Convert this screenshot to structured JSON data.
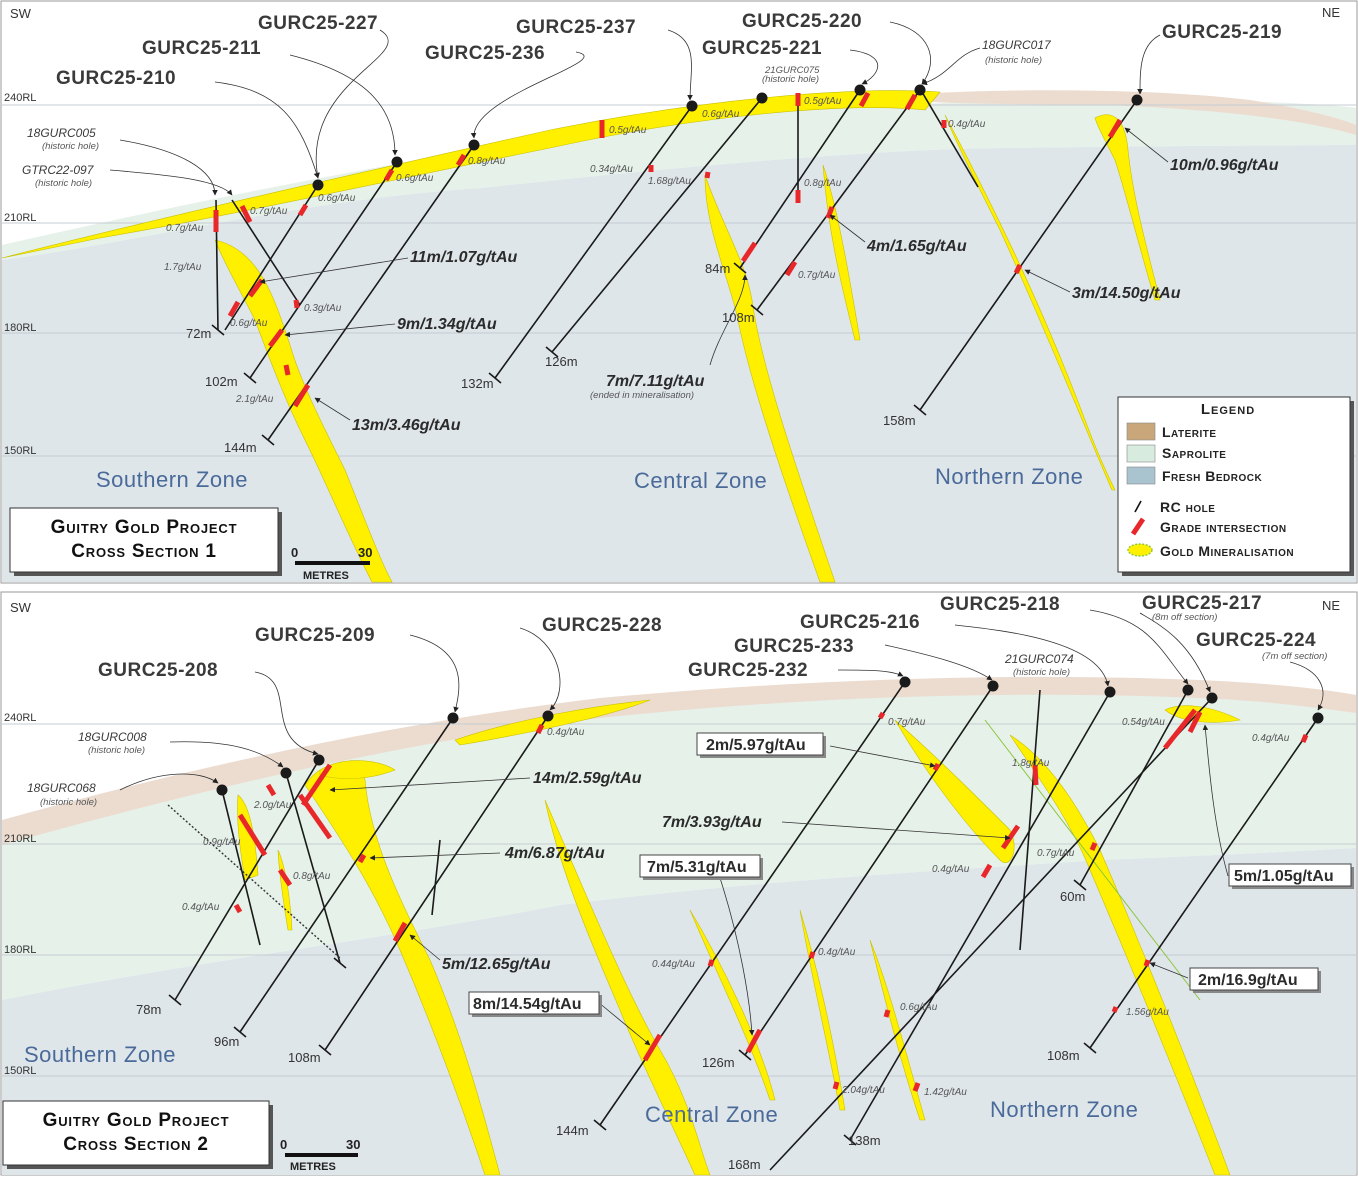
{
  "sections": [
    {
      "id": "s1",
      "title_line1": "Guitry Gold Project",
      "title_line2": "Cross Section 1",
      "dir_left": "SW",
      "dir_right": "NE",
      "rl_labels": [
        "240RL",
        "210RL",
        "180RL",
        "150RL"
      ],
      "zones": [
        "Southern Zone",
        "Central Zone",
        "Northern Zone"
      ],
      "scale_zero": "0",
      "scale_max": "30",
      "scale_unit": "METRES",
      "holes": [
        "GURC25-227",
        "GURC25-237",
        "GURC25-220",
        "GURC25-211",
        "GURC25-221",
        "GURC25-236",
        "GURC25-219",
        "GURC25-210"
      ],
      "historic_holes": [
        {
          "name": "18GURC017",
          "note": "(historic hole)"
        },
        {
          "name": "21GURC075",
          "note": "(historic hole)"
        },
        {
          "name": "18GURC005",
          "note": "(historic hole)"
        },
        {
          "name": "GTRC22-097",
          "note": "(historic hole)"
        }
      ],
      "grades": [
        "0.6g/tAu",
        "0.5g/tAu",
        "0.5g/tAu",
        "0.4g/tAu",
        "0.8g/tAu",
        "0.6g/tAu",
        "0.6g/tAu",
        "0.7g/tAu",
        "0.7g/tAu",
        "0.34g/tAu",
        "1.68g/tAu",
        "0.8g/tAu",
        "1.7g/tAu",
        "0.7g/tAu",
        "0.3g/tAu",
        "0.6g/tAu",
        "2.1g/tAu"
      ],
      "intercepts": [
        "10m/0.96g/tAu",
        "11m/1.07g/tAu",
        "4m/1.65g/tAu",
        "3m/14.50g/tAu",
        "9m/1.34g/tAu",
        "7m/7.11g/tAu",
        "13m/3.46g/tAu"
      ],
      "intercept_note": "(ended in mineralisation)",
      "depths": [
        "84m",
        "108m",
        "72m",
        "126m",
        "132m",
        "102m",
        "158m",
        "144m"
      ]
    },
    {
      "id": "s2",
      "title_line1": "Guitry Gold Project",
      "title_line2": "Cross Section 2",
      "dir_left": "SW",
      "dir_right": "NE",
      "rl_labels": [
        "240RL",
        "210RL",
        "180RL",
        "150RL"
      ],
      "zones": [
        "Southern Zone",
        "Central Zone",
        "Northern Zone"
      ],
      "scale_zero": "0",
      "scale_max": "30",
      "scale_unit": "METRES",
      "holes": [
        "GURC25-218",
        "GURC25-217",
        "GURC25-228",
        "GURC25-216",
        "GURC25-209",
        "GURC25-233",
        "GURC25-224",
        "GURC25-208",
        "GURC25-232"
      ],
      "hole_notes": [
        "(8m off section)",
        "(7m off section)"
      ],
      "historic_holes": [
        {
          "name": "21GURC074",
          "note": "(historic hole)"
        },
        {
          "name": "18GURC008",
          "note": "(historic hole)"
        },
        {
          "name": "18GURC068",
          "note": "(historic hole)"
        }
      ],
      "grades": [
        "0.4g/tAu",
        "0.7g/tAu",
        "0.54g/tAu",
        "0.4g/tAu",
        "1.8g/tAu",
        "2.0g/tAu",
        "0.9g/tAu",
        "0.8g/tAu",
        "0.7g/tAu",
        "0.4g/tAu",
        "0.4g/tAu",
        "0.44g/tAu",
        "0.4g/tAu",
        "0.6g/tAu",
        "1.56g/tAu",
        "2.04g/tAu",
        "1.42g/tAu"
      ],
      "intercepts": [
        "2m/5.97g/tAu",
        "14m/2.59g/tAu",
        "7m/3.93g/tAu",
        "4m/6.87g/tAu",
        "7m/5.31g/tAu",
        "5m/1.05g/tAu",
        "5m/12.65g/tAu",
        "2m/16.9g/tAu",
        "8m/14.54g/tAu"
      ],
      "depths": [
        "60m",
        "78m",
        "96m",
        "108m",
        "108m",
        "126m",
        "144m",
        "138m",
        "168m"
      ]
    }
  ],
  "legend": {
    "title": "Legend",
    "laterite": "Laterite",
    "saprolite": "Saprolite",
    "bedrock": "Fresh Bedrock",
    "rc_hole": "RC hole",
    "intersection": "Grade intersection",
    "mineralisation": "Gold Mineralisation"
  },
  "colors": {
    "laterite": "#ecdcd0",
    "saprolite": "#e6f1ea",
    "bedrock": "#dfe6ea",
    "mineralisation": "#fff000",
    "intersection": "#e8272a",
    "legend_laterite": "#c9a77a",
    "legend_saprolite": "#d7ecdf",
    "legend_bedrock": "#a9c3cf"
  }
}
